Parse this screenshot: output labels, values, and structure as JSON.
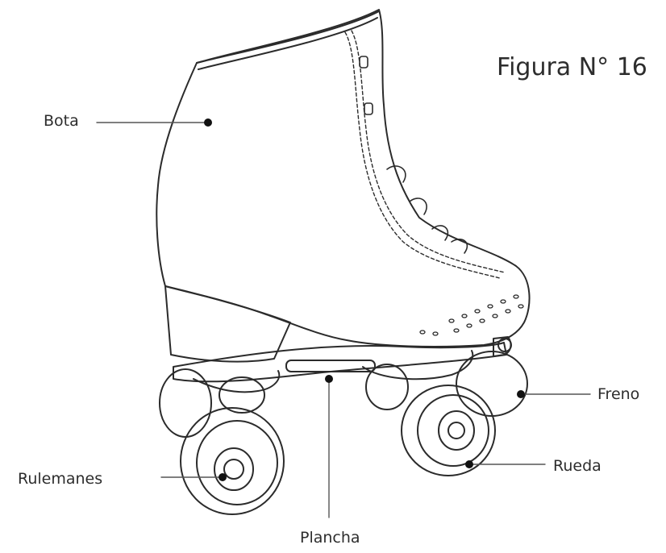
{
  "figure": {
    "label": "Figura N° 16"
  },
  "parts": {
    "bota": "Bota",
    "freno": "Freno",
    "rueda": "Rueda",
    "rulemanes": "Rulemanes",
    "plancha": "Plancha"
  },
  "colors": {
    "line": "#2b2b2b",
    "leader": "#555555",
    "text": "#2d2d2d"
  }
}
